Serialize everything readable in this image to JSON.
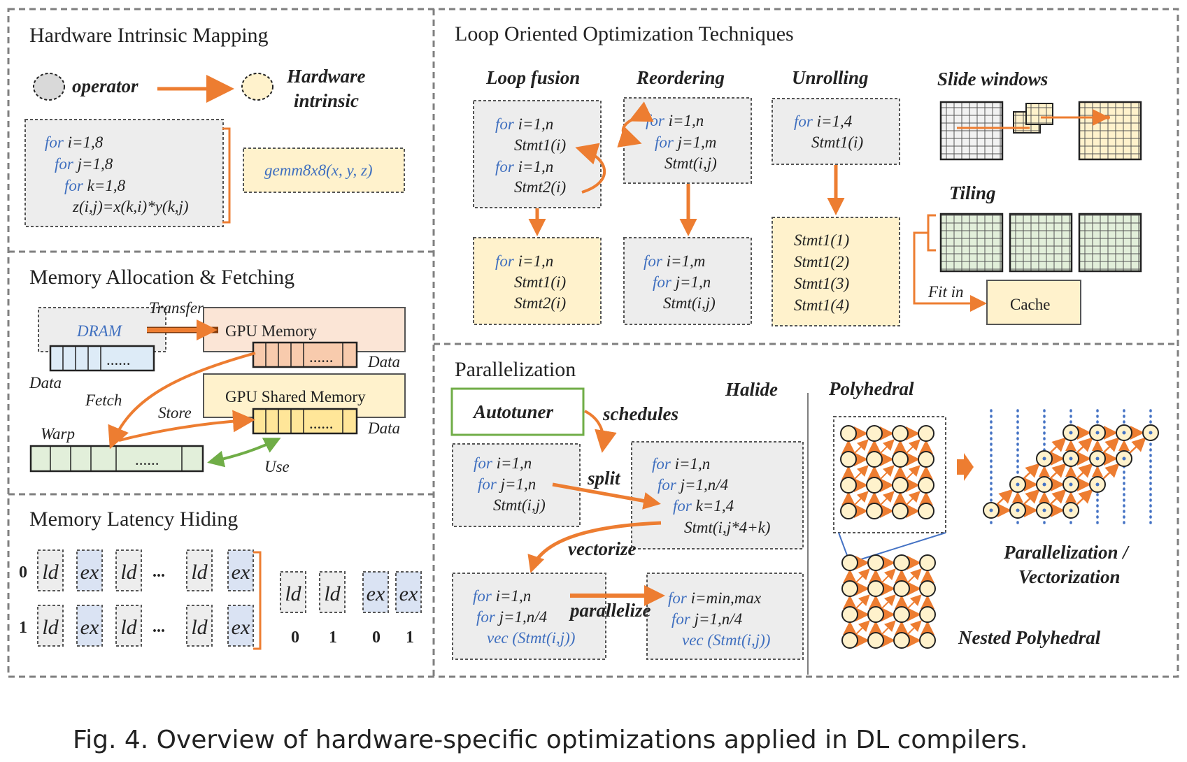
{
  "caption": "Fig. 4.  Overview of hardware-specific optimizations applied in DL compilers.",
  "colors": {
    "orange": "#ed7d31",
    "green": "#70ad47",
    "blue": "#4472c4",
    "keyword": "#3f6fbf",
    "yellow_fill": "#fff2cc",
    "gray_fill": "#ededed"
  },
  "hw": {
    "title": "Hardware Intrinsic Mapping",
    "operator": "operator",
    "intrinsic_line1": "Hardware",
    "intrinsic_line2": "intrinsic",
    "code": [
      {
        "kw": "for",
        "rest": " i=1,8"
      },
      {
        "kw": "for",
        "rest": " j=1,8"
      },
      {
        "kw": "for",
        "rest": " k=1,8"
      },
      {
        "kw": "",
        "rest": "z(i,j)=x(k,i)*y(k,j)"
      }
    ],
    "gemm": "gemm8x8(x, y, z)"
  },
  "mem": {
    "title": "Memory Allocation & Fetching",
    "dram": "DRAM",
    "transfer": "Transfer",
    "gpu_memory": "GPU Memory",
    "gpu_shared": "GPU Shared Memory",
    "data": "Data",
    "fetch": "Fetch",
    "store": "Store",
    "warp": "Warp",
    "use": "Use",
    "dots": "......"
  },
  "lat": {
    "title": "Memory Latency Hiding",
    "row0": "0",
    "row1": "1",
    "ld": "ld",
    "ex": "ex",
    "ellipsis": "...",
    "idx": [
      "0",
      "1",
      "0",
      "1"
    ]
  },
  "loop": {
    "title": "Loop Oriented Optimization Techniques",
    "fusion": {
      "label": "Loop fusion",
      "before": [
        {
          "kw": "for",
          "rest": " i=1,n"
        },
        {
          "kw": "",
          "rest": "Stmt1(i)"
        },
        {
          "kw": "for",
          "rest": " i=1,n"
        },
        {
          "kw": "",
          "rest": "Stmt2(i)"
        }
      ],
      "after": [
        {
          "kw": "for",
          "rest": " i=1,n"
        },
        {
          "kw": "",
          "rest": "Stmt1(i)"
        },
        {
          "kw": "",
          "rest": "Stmt2(i)"
        }
      ]
    },
    "reorder": {
      "label": "Reordering",
      "before": [
        {
          "kw": "for",
          "rest": " i=1,n"
        },
        {
          "kw": "for",
          "rest": " j=1,m"
        },
        {
          "kw": "",
          "rest": "Stmt(i,j)"
        }
      ],
      "after": [
        {
          "kw": "for",
          "rest": " i=1,m"
        },
        {
          "kw": "for",
          "rest": " j=1,n"
        },
        {
          "kw": "",
          "rest": "Stmt(i,j)"
        }
      ]
    },
    "unroll": {
      "label": "Unrolling",
      "before": [
        {
          "kw": "for",
          "rest": " i=1,4"
        },
        {
          "kw": "",
          "rest": "Stmt1(i)"
        }
      ],
      "after": [
        "Stmt1(1)",
        "Stmt1(2)",
        "Stmt1(3)",
        "Stmt1(4)"
      ]
    },
    "slide": "Slide windows",
    "tiling": "Tiling",
    "fit_in": "Fit in",
    "cache": "Cache"
  },
  "par": {
    "title": "Parallelization",
    "autotuner": "Autotuner",
    "schedules": "schedules",
    "halide": "Halide",
    "polyhedral": "Polyhedral",
    "split": "split",
    "vectorize": "vectorize",
    "parallelize": "parallelize",
    "box1": [
      {
        "kw": "for",
        "rest": " i=1,n"
      },
      {
        "kw": "for",
        "rest": " j=1,n"
      },
      {
        "kw": "",
        "rest": "Stmt(i,j)"
      }
    ],
    "box2": [
      {
        "kw": "for",
        "rest": " i=1,n"
      },
      {
        "kw": "for",
        "rest": " j=1,n/4"
      },
      {
        "kw": "for",
        "rest": " k=1,4"
      },
      {
        "kw": "",
        "rest": "Stmt(i,j*4+k)"
      }
    ],
    "box3": [
      {
        "kw": "for",
        "rest": " i=1,n"
      },
      {
        "kw": "for",
        "rest": " j=1,n/4"
      },
      {
        "kw": "vec",
        "rest": " (Stmt(i,j))"
      }
    ],
    "box4": [
      {
        "kw": "for",
        "rest": " i=min,max"
      },
      {
        "kw": "for",
        "rest": " j=1,n/4"
      },
      {
        "kw": "vec",
        "rest": " (Stmt(i,j))"
      }
    ],
    "pv_line1": "Parallelization /",
    "pv_line2": "Vectorization",
    "nested": "Nested Polyhedral"
  }
}
